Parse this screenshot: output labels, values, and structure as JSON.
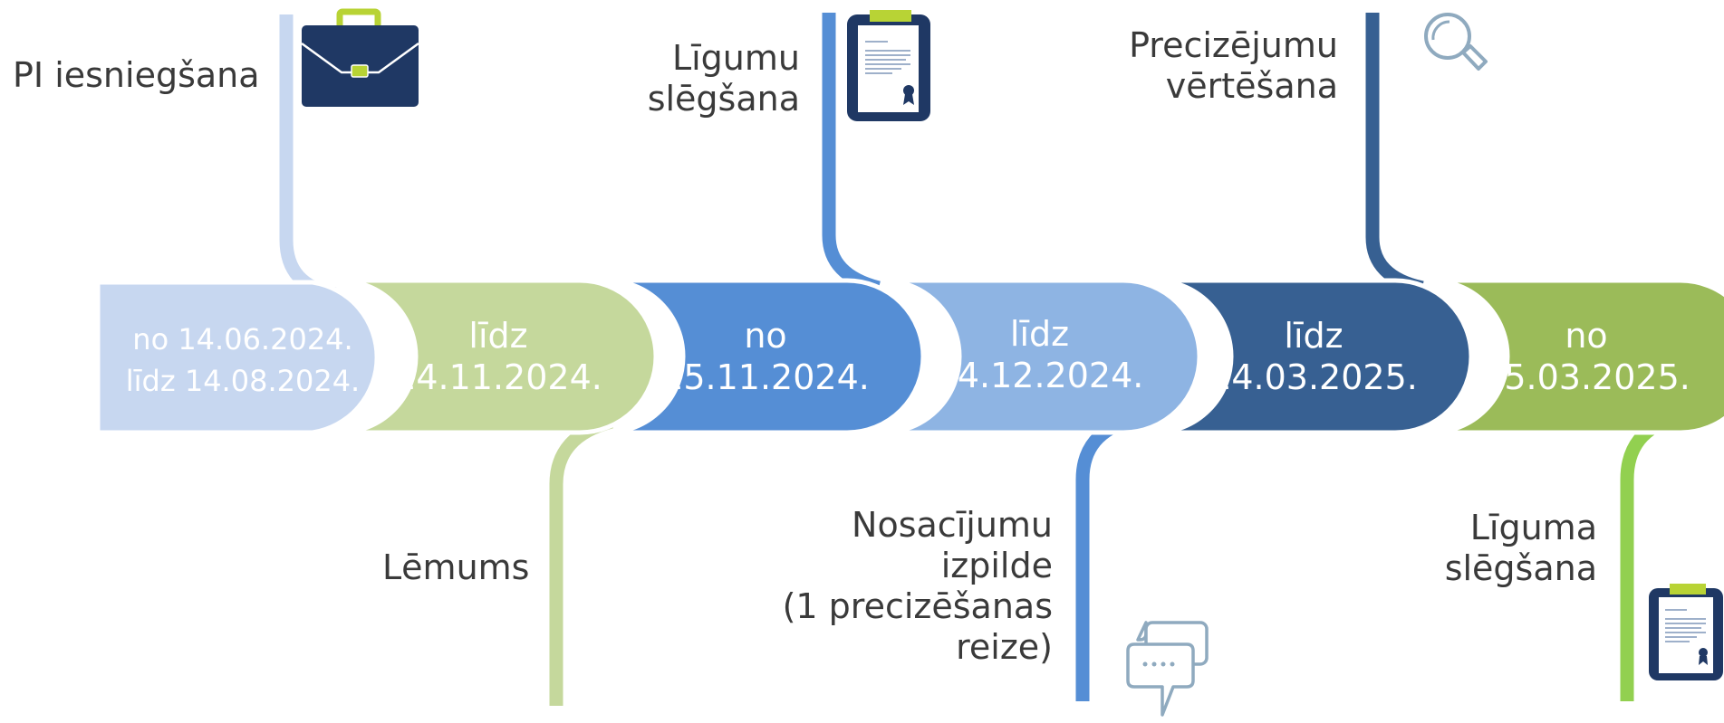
{
  "timeline": {
    "segments": [
      {
        "text": "no 14.06.2024.\nlīdz 14.08.2024.",
        "color": "#c7d7f0"
      },
      {
        "text": "līdz\n14.11.2024.",
        "color": "#c5d89c"
      },
      {
        "text": "no\n15.11.2024.",
        "color": "#558ed5"
      },
      {
        "text": "līdz\n14.12.2024.",
        "color": "#8eb4e3"
      },
      {
        "text": "līdz\n14.03.2025.",
        "color": "#376092"
      },
      {
        "text": "no\n15.03.2025.",
        "color": "#9bbb59"
      }
    ]
  },
  "milestones": [
    {
      "label": "PI iesniegšana",
      "icon": "briefcase-icon",
      "line_color": "#c7d7f0"
    },
    {
      "label": "Līgumu\nslēgšana",
      "icon": "contract-clipboard-icon",
      "line_color": "#558ed5"
    },
    {
      "label": "Precizējumu\nvērtēšana",
      "icon": "magnifier-icon",
      "line_color": "#376092"
    },
    {
      "label": "Lēmums",
      "icon": "",
      "line_color": "#c5d89c"
    },
    {
      "label": "Nosacījumu\nizpilde\n(1 precizēšanas\nreize)",
      "icon": "chat-bubbles-icon",
      "line_color": "#558ed5"
    },
    {
      "label": "Līguma\nslēgšana",
      "icon": "contract-clipboard-icon",
      "line_color": "#92d050"
    }
  ],
  "colors": {
    "navy": "#1f3864",
    "lime": "#b8d335",
    "icon_gray": "#8faabf",
    "text": "#3a3a3a"
  }
}
